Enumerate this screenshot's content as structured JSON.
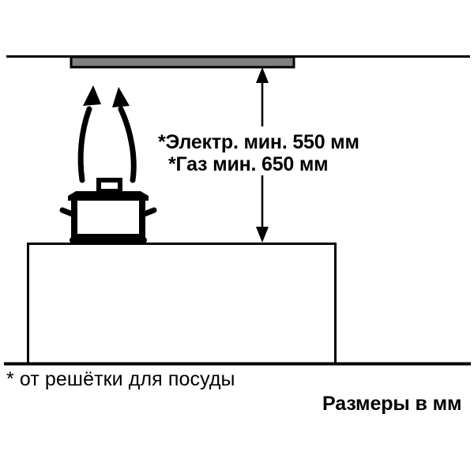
{
  "diagram": {
    "title": "Cooker hood installation clearance diagram",
    "annotations": {
      "clearance_electric": "*Электр. мин. 550 мм",
      "clearance_gas": "*Газ мин. 650 мм",
      "footnote": "* от решётки для посуды",
      "units": "Размеры в мм"
    },
    "colors": {
      "line": "#000000",
      "hood_fill": "#808080",
      "background": "#ffffff"
    },
    "parts": {
      "ceiling_line": "ceiling-line",
      "hood": "cooker-hood",
      "dimension_arrow": "vertical-dimension-arrow",
      "steam_arrow_left": "steam-arrow-left",
      "steam_arrow_right": "steam-arrow-right",
      "pot": "cooking-pot",
      "pot_lid": "pot-lid",
      "pot_knob": "pot-lid-knob",
      "pot_handle_left": "pot-handle-left",
      "pot_handle_right": "pot-handle-right",
      "cabinet": "base-cabinet",
      "floor_line": "floor-line"
    }
  }
}
